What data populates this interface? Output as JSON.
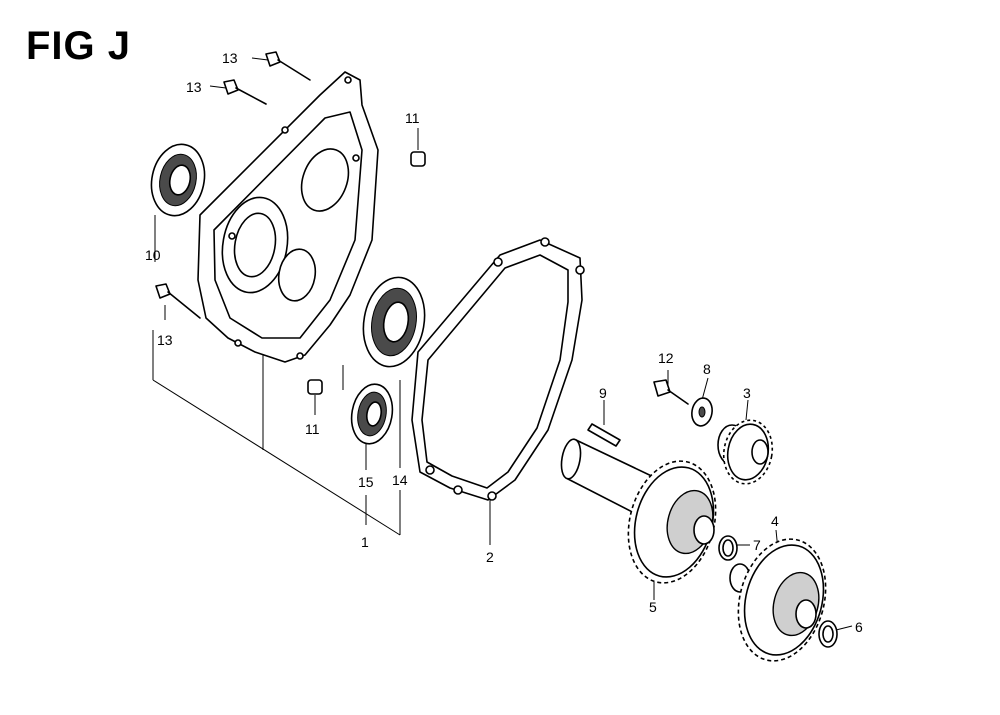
{
  "figure": {
    "title": "FIG J"
  },
  "callouts": [
    {
      "id": "c13a",
      "label": "13"
    },
    {
      "id": "c13b",
      "label": "13"
    },
    {
      "id": "c11a",
      "label": "11"
    },
    {
      "id": "c10",
      "label": "10"
    },
    {
      "id": "c13c",
      "label": "13"
    },
    {
      "id": "c11b",
      "label": "11"
    },
    {
      "id": "c15",
      "label": "15"
    },
    {
      "id": "c14",
      "label": "14"
    },
    {
      "id": "c1",
      "label": "1"
    },
    {
      "id": "c2",
      "label": "2"
    },
    {
      "id": "c12",
      "label": "12"
    },
    {
      "id": "c8",
      "label": "8"
    },
    {
      "id": "c3",
      "label": "3"
    },
    {
      "id": "c9",
      "label": "9"
    },
    {
      "id": "c5",
      "label": "5"
    },
    {
      "id": "c7",
      "label": "7"
    },
    {
      "id": "c4",
      "label": "4"
    },
    {
      "id": "c6",
      "label": "6"
    }
  ],
  "colors": {
    "ink": "#000000",
    "paper": "#ffffff",
    "shade": "#cfcfcf",
    "dark": "#4a4a4a"
  }
}
